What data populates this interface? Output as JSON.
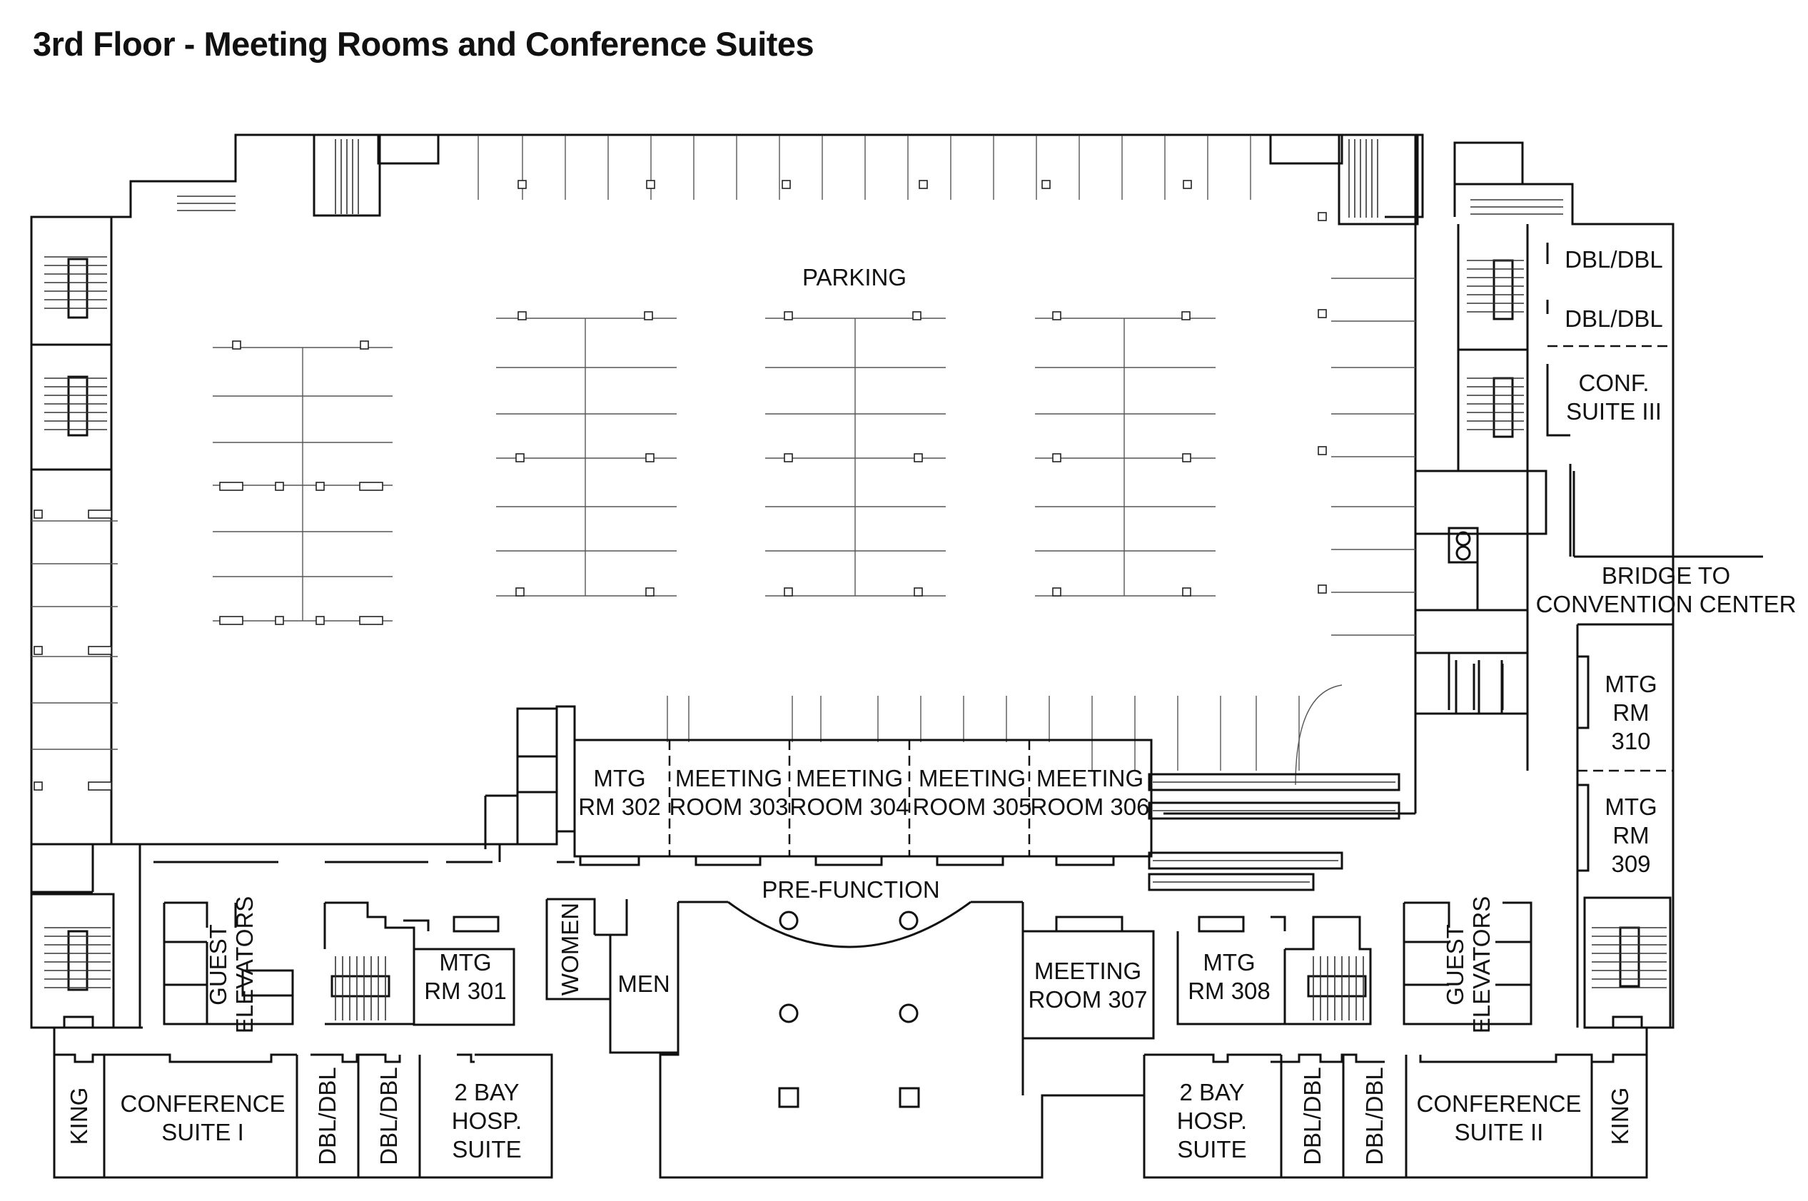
{
  "title": "3rd Floor - Meeting Rooms and Conference Suites",
  "rooms": {
    "parking": "PARKING",
    "dbl_dbl_top": "DBL/DBL",
    "dbl_dbl_second": "DBL/DBL",
    "conf_suite_iii": [
      "CONF.",
      "SUITE III"
    ],
    "bridge": [
      "BRIDGE TO",
      "CONVENTION CENTER"
    ],
    "mtg_rm_310": [
      "MTG",
      "RM",
      "310"
    ],
    "mtg_rm_309": [
      "MTG",
      "RM",
      "309"
    ],
    "mtg_rm_302": [
      "MTG",
      "RM 302"
    ],
    "meeting_room_303": [
      "MEETING",
      "ROOM 303"
    ],
    "meeting_room_304": [
      "MEETING",
      "ROOM 304"
    ],
    "meeting_room_305": [
      "MEETING",
      "ROOM 305"
    ],
    "meeting_room_306": [
      "MEETING",
      "ROOM 306"
    ],
    "pre_function": "PRE-FUNCTION",
    "guest_elevators_left": [
      "GUEST",
      "ELEVATORS"
    ],
    "mtg_rm_301": [
      "MTG",
      "RM 301"
    ],
    "women": "WOMEN",
    "men": "MEN",
    "meeting_room_307": [
      "MEETING",
      "ROOM 307"
    ],
    "mtg_rm_308": [
      "MTG",
      "RM 308"
    ],
    "guest_elevators_right": [
      "GUEST",
      "ELEVATORS"
    ],
    "king_left": "KING",
    "conference_suite_i": [
      "CONFERENCE",
      "SUITE I"
    ],
    "dbl_dbl_left_1": "DBL/DBL",
    "dbl_dbl_left_2": "DBL/DBL",
    "two_bay_hosp_left": [
      "2 BAY",
      "HOSP.",
      "SUITE"
    ],
    "two_bay_hosp_right": [
      "2 BAY",
      "HOSP.",
      "SUITE"
    ],
    "dbl_dbl_right_1": "DBL/DBL",
    "dbl_dbl_right_2": "DBL/DBL",
    "conference_suite_ii": [
      "CONFERENCE",
      "SUITE II"
    ],
    "king_right": "KING"
  }
}
